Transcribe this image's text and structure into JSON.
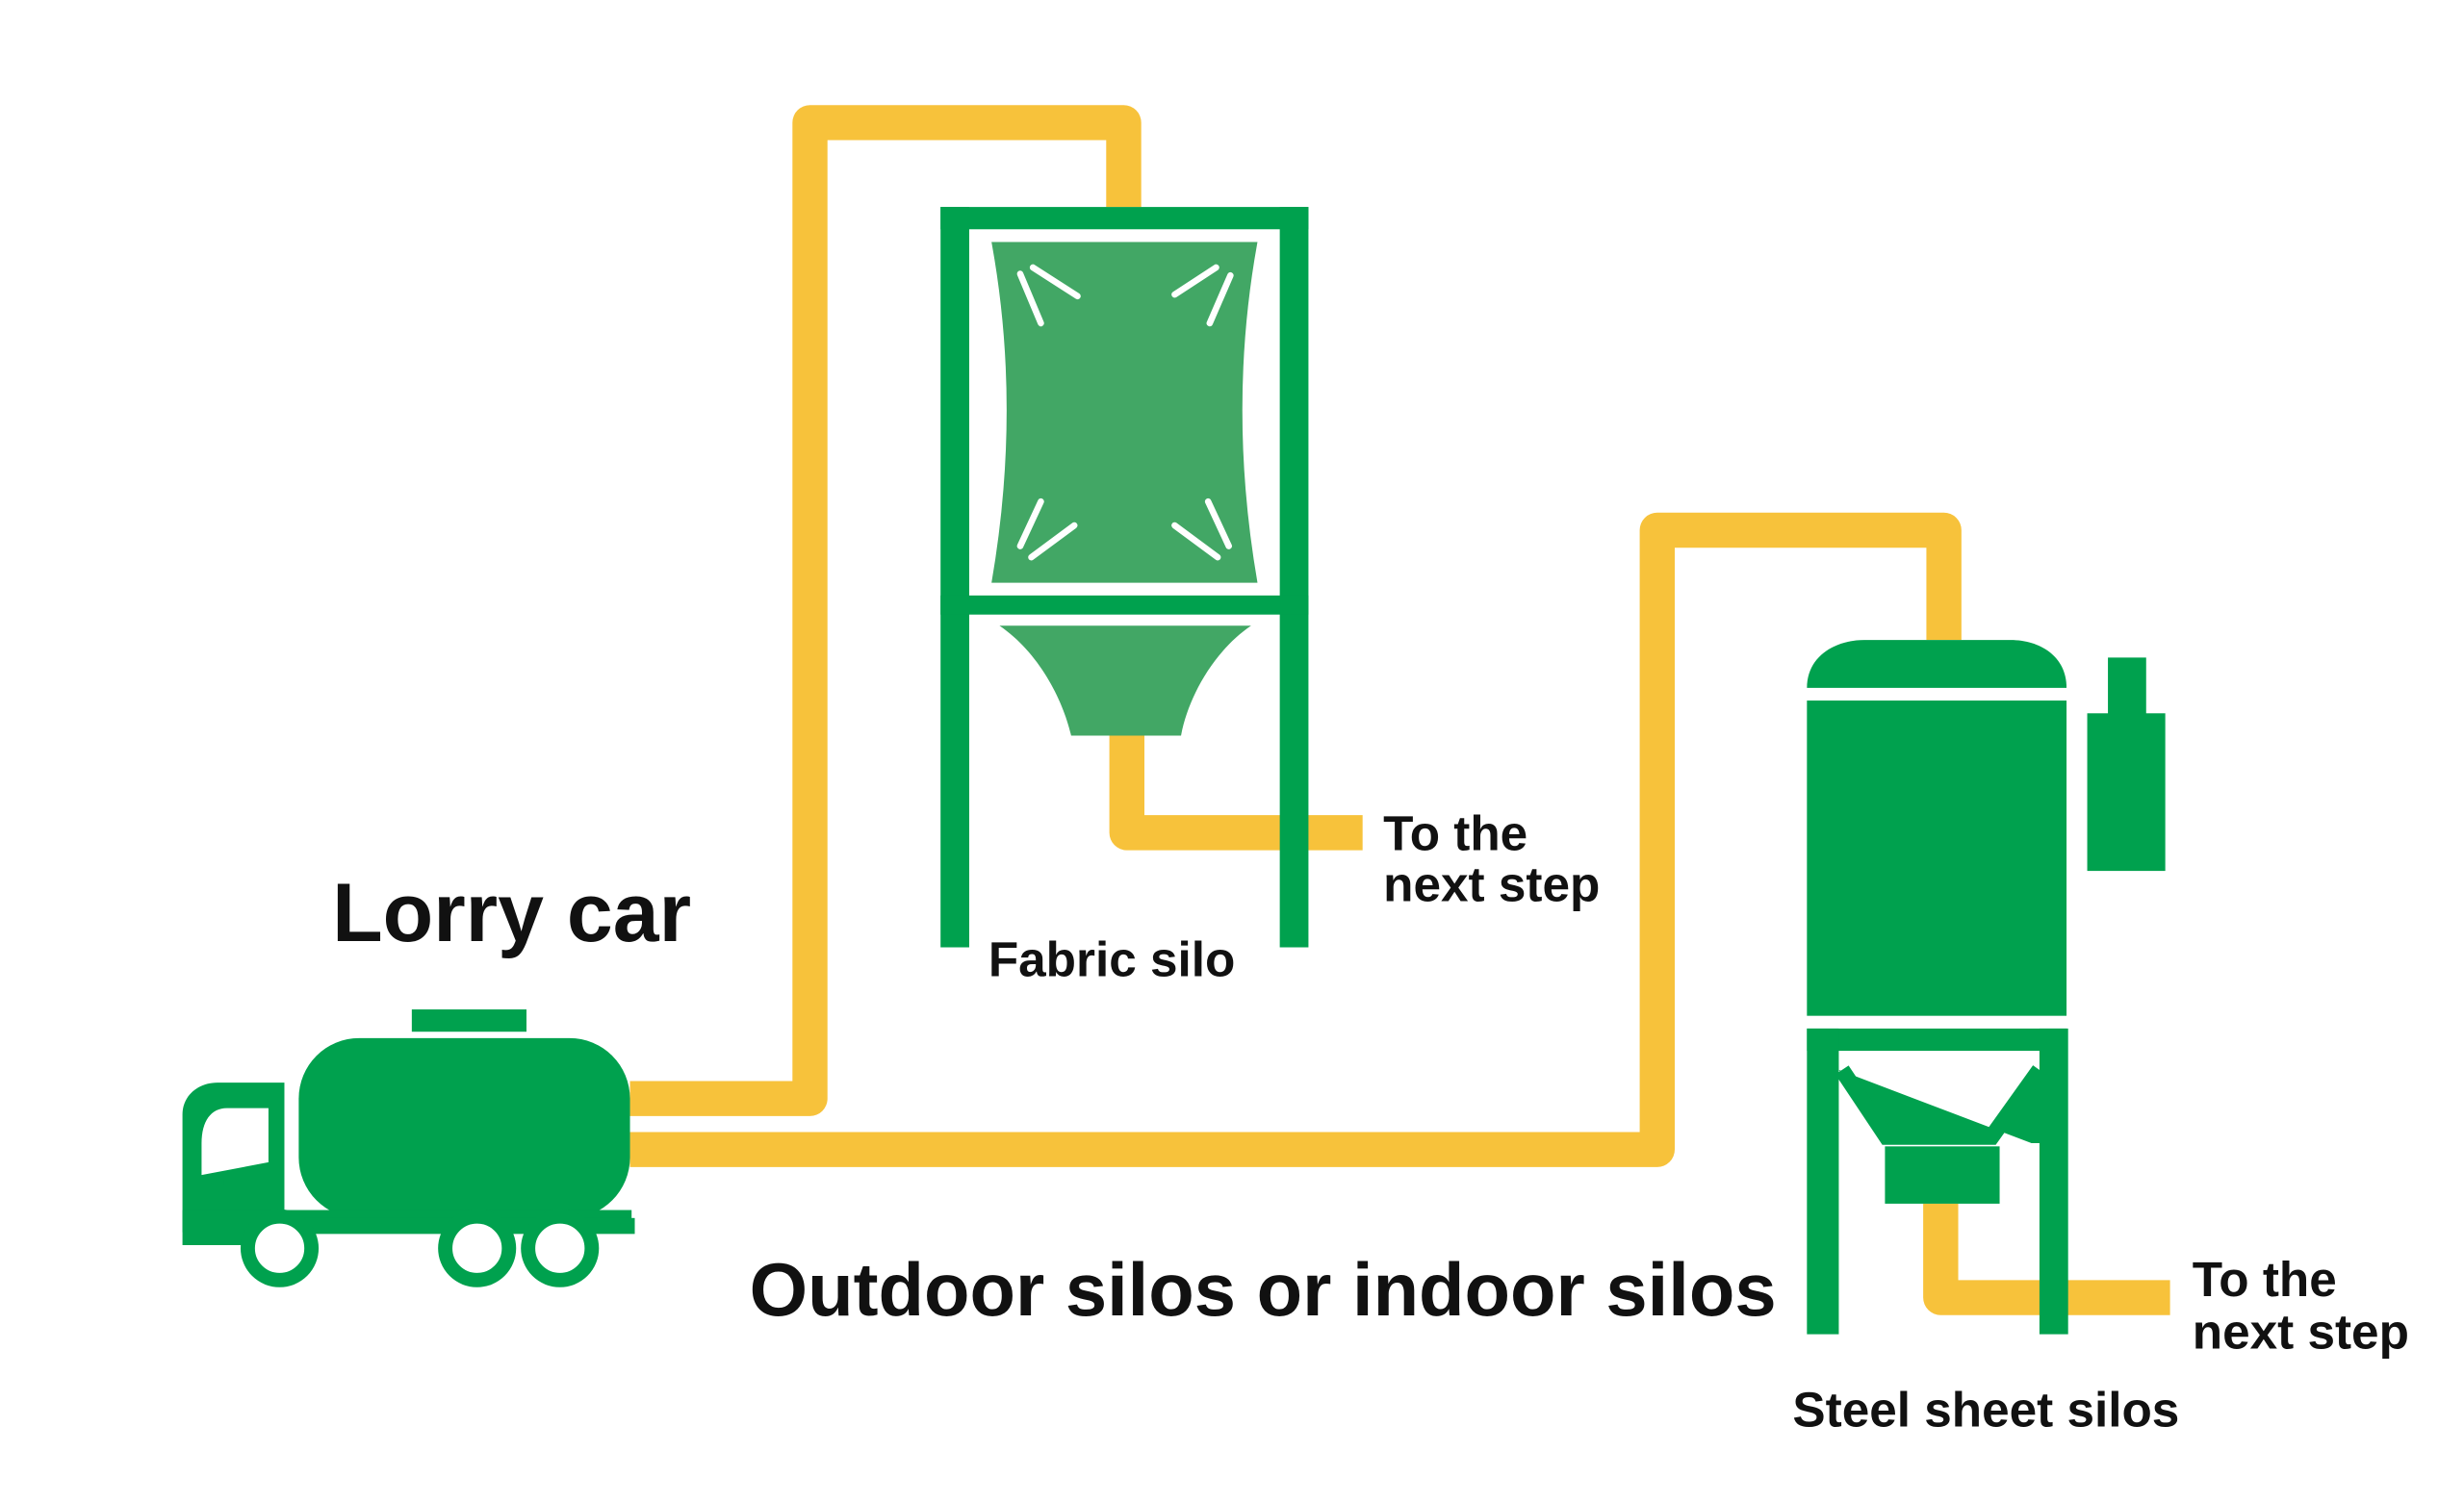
{
  "diagram": {
    "title": "Outdoor silos or indoor silos",
    "lorry_label": "Lorry car",
    "fabric_silo_label": "Fabric silo",
    "steel_silo_label": "Steel sheet silos",
    "next_step_1": {
      "line1": "To the",
      "line2": "next step"
    },
    "next_step_2": {
      "line1": "To the",
      "line2": "next step"
    }
  },
  "colors": {
    "pipe": "#F7C23B",
    "silo_dark": "#00A14E",
    "silo_light": "#42A765",
    "text": "#111111"
  },
  "icons": [
    "lorry-truck-icon",
    "fabric-silo-icon",
    "steel-silo-icon"
  ]
}
